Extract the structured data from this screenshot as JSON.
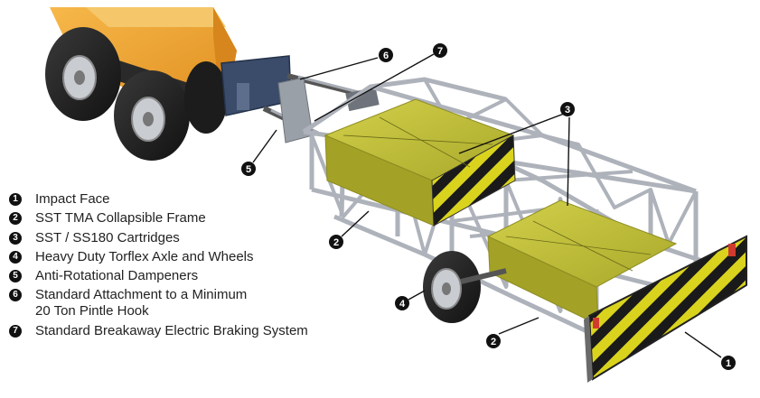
{
  "legend": [
    {
      "number": "1",
      "text": "Impact Face"
    },
    {
      "number": "2",
      "text": "SST TMA Collapsible Frame"
    },
    {
      "number": "3",
      "text": "SST / SS180 Cartridges"
    },
    {
      "number": "4",
      "text": "Heavy Duty Torflex Axle and Wheels"
    },
    {
      "number": "5",
      "text": "Anti-Rotational Dampeners"
    },
    {
      "number": "6",
      "text": "Standard Attachment to a Minimum\n20 Ton Pintle Hook"
    },
    {
      "number": "7",
      "text": "Standard Breakaway Electric Braking System"
    }
  ],
  "callouts": {
    "c1": "1",
    "c2a": "2",
    "c2b": "2",
    "c3": "3",
    "c4": "4",
    "c5": "5",
    "c6": "6",
    "c7": "7"
  },
  "colors": {
    "truck_body": "#f2a93a",
    "frame": "#b8bcc4",
    "cartridge": "#c3c237",
    "stripe_dark": "#1a1a1a",
    "stripe_light": "#d9d31e",
    "callout": "#111111"
  }
}
